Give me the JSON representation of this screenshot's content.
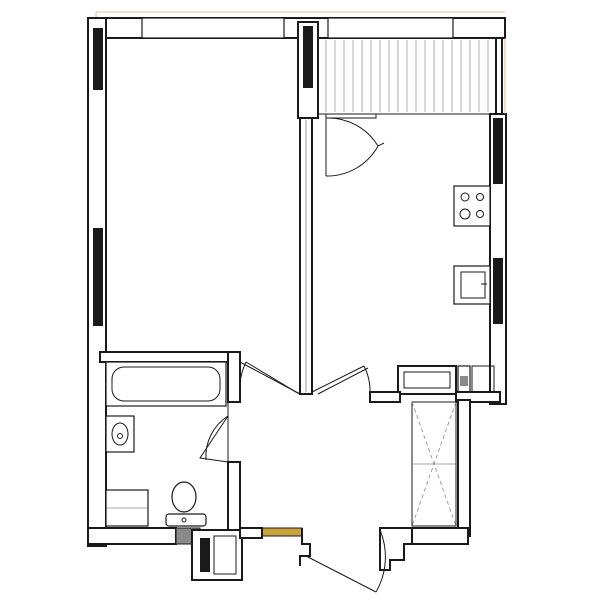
{
  "plan": {
    "rooms": [
      "room",
      "kitchen-living",
      "bathroom",
      "hallway",
      "balcony"
    ],
    "colors": {
      "wall": "#1a1a1a",
      "background": "#ffffff",
      "threshold": "#c8a23a",
      "frame_accent": "#d9a877",
      "fill_gray": "#8a8a8a"
    },
    "icons": [
      "door-swing-icon",
      "window-icon",
      "bathtub-icon",
      "toilet-icon",
      "washbasin-icon",
      "stove-icon",
      "sink-icon",
      "wardrobe-icon"
    ]
  }
}
